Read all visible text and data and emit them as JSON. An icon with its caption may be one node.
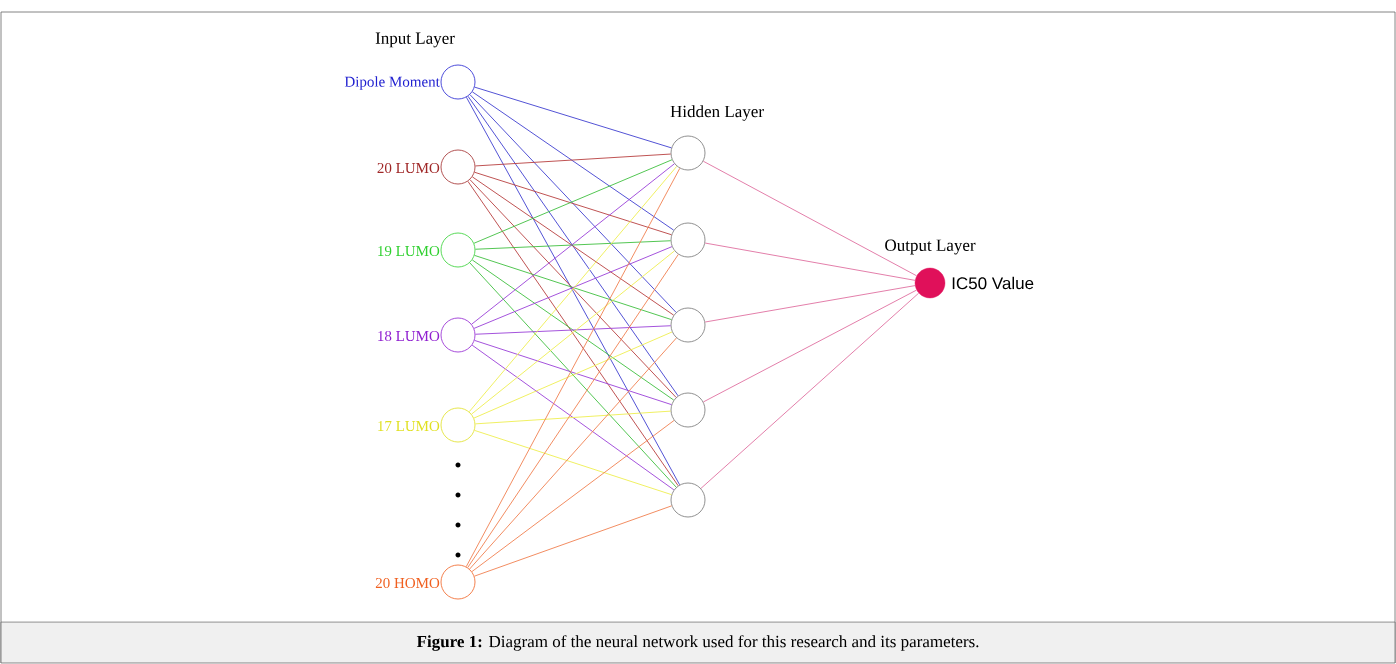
{
  "diagram": {
    "caption": "**Figure 1:** Diagram of the neural network used for this research and its parameters.",
    "nodes": [
      {
        "text": [
          "Dipole Moment"
        ]
      },
      {
        "text": [
          "20 LUMO"
        ]
      },
      {
        "text": [
          "19 LUMO"
        ]
      },
      {
        "text": [
          "18 LUMO"
        ]
      },
      {
        "text": [
          "17 LUMO"
        ]
      },
      {
        "text": [
          "20 HOMO"
        ]
      },
      {
        "text": [],
        "shape": "circle"
      },
      {
        "text": [],
        "shape": "circle"
      },
      {
        "text": [],
        "shape": "circle"
      },
      {
        "text": [],
        "shape": "circle"
      },
      {
        "text": [],
        "shape": "circle"
      },
      {
        "text": [],
        "shape": "circle",
        "beside": [
          "IC50 Value"
        ]
      }
    ],
    "edges": [
      {
        "from": 0,
        "to": 6,
        "arrow": "none",
        "color": "#4040d0"
      },
      {
        "from": 0,
        "to": 7,
        "arrow": "none",
        "color": "#4040d0"
      },
      {
        "from": 0,
        "to": 8,
        "arrow": "none",
        "color": "#4040d0"
      },
      {
        "from": 0,
        "to": 9,
        "arrow": "none",
        "color": "#4040d0"
      },
      {
        "from": 0,
        "to": 10,
        "arrow": "none",
        "color": "#4040d0"
      },
      {
        "from": 1,
        "to": 6,
        "arrow": "none",
        "color": "#b84040"
      },
      {
        "from": 1,
        "to": 7,
        "arrow": "none",
        "color": "#b84040"
      },
      {
        "from": 1,
        "to": 8,
        "arrow": "none",
        "color": "#b84040"
      },
      {
        "from": 1,
        "to": 9,
        "arrow": "none",
        "color": "#b84040"
      },
      {
        "from": 1,
        "to": 10,
        "arrow": "none",
        "color": "#b84040"
      },
      {
        "from": 2,
        "to": 6,
        "arrow": "none",
        "color": "#40c040"
      },
      {
        "from": 2,
        "to": 7,
        "arrow": "none",
        "color": "#40c040"
      },
      {
        "from": 2,
        "to": 8,
        "arrow": "none",
        "color": "#40c040"
      },
      {
        "from": 2,
        "to": 9,
        "arrow": "none",
        "color": "#40c040"
      },
      {
        "from": 2,
        "to": 10,
        "arrow": "none",
        "color": "#40c040"
      },
      {
        "from": 3,
        "to": 6,
        "arrow": "none",
        "color": "#9a40d8"
      },
      {
        "from": 3,
        "to": 7,
        "arrow": "none",
        "color": "#9a40d8"
      },
      {
        "from": 3,
        "to": 8,
        "arrow": "none",
        "color": "#9a40d8"
      },
      {
        "from": 3,
        "to": 9,
        "arrow": "none",
        "color": "#9a40d8"
      },
      {
        "from": 3,
        "to": 10,
        "arrow": "none",
        "color": "#9a40d8"
      },
      {
        "from": 4,
        "to": 6,
        "arrow": "none",
        "color": "#eeee50"
      },
      {
        "from": 4,
        "to": 7,
        "arrow": "none",
        "color": "#eeee50"
      },
      {
        "from": 4,
        "to": 8,
        "arrow": "none",
        "color": "#eeee50"
      },
      {
        "from": 4,
        "to": 9,
        "arrow": "none",
        "color": "#eeee50"
      },
      {
        "from": 4,
        "to": 10,
        "arrow": "none",
        "color": "#eeee50"
      },
      {
        "from": 5,
        "to": 6,
        "arrow": "none",
        "color": "#f08050"
      },
      {
        "from": 5,
        "to": 7,
        "arrow": "none",
        "color": "#f08050"
      },
      {
        "from": 5,
        "to": 8,
        "arrow": "none",
        "color": "#f08050"
      },
      {
        "from": 5,
        "to": 9,
        "arrow": "none",
        "color": "#f08050"
      },
      {
        "from": 5,
        "to": 10,
        "arrow": "none",
        "color": "#f08050"
      },
      {
        "from": 6,
        "to": 11,
        "arrow": "none",
        "color": "#e070a0"
      },
      {
        "from": 7,
        "to": 11,
        "arrow": "none",
        "color": "#e070a0"
      },
      {
        "from": 8,
        "to": 11,
        "arrow": "none",
        "color": "#e070a0"
      },
      {
        "from": 9,
        "to": 11,
        "arrow": "none",
        "color": "#e070a0"
      },
      {
        "from": 10,
        "to": 11,
        "arrow": "none",
        "color": "#e070a0"
      }
    ],
    "labels": [
      "Input Layer",
      "Hidden Layer",
      "Output Layer"
    ]
  }
}
